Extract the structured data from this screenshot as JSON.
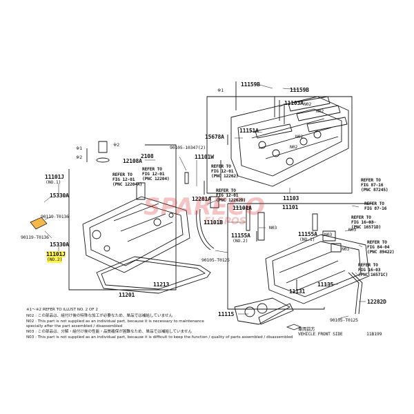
{
  "diagram": {
    "code": "11B199",
    "vehicle_front_label": "車両前方\nVEHICLE FRONT SIDE",
    "watermark": {
      "primary": "SPARECO",
      "secondary": "ELSPOS"
    },
    "labels": {
      "p11159B": "11159B",
      "p11159B2": "11159B",
      "p11103A": "11103A",
      "p11151A": "11151A",
      "p15678A": "15678A",
      "p11103": "11103",
      "p12108A": "12108A",
      "p2108": "2108",
      "p90105_10347": "90105-10347(2)",
      "p11101W": "11101W",
      "p11101J": "11101J",
      "p11101J_no1": "(NO.1)",
      "p15330A_top": "15330A",
      "p90119_top": "90119-T0136",
      "p90119_bot": "90119-T0136",
      "p15330A_bot": "15330A",
      "p11101J_hl": "11101J",
      "p11101J_no2": "(NO.2)",
      "p12281A": "12281A",
      "p11101A": "11101A",
      "p11101": "11101",
      "p11101B": "11101B",
      "p11155A_l": "11155A",
      "p11155A_no2": "(NO.2)",
      "p90105_T0125_l": "90105-T0125",
      "p11155A_r": "11155A",
      "p11155A_no1": "(NO.1)",
      "p11135": "11135",
      "p11131": "11131",
      "p11213": "11213",
      "p11201": "11201",
      "p11115": "11115",
      "p12282D": "12282D",
      "p90105_T0125_r": "90105-T0125",
      "n02a": "N02",
      "n02b": "N02",
      "n02c": "N02",
      "n02d": "N02",
      "n03a": "N03",
      "n03b": "N03",
      "n03c": "N03",
      "n03d": "N03",
      "s1": "※1",
      "s2": "※2",
      "s3": "※1",
      "s4": "※2"
    },
    "refs": {
      "r1": "REFER TO\nFIG 12-01\n(PNC 12204)",
      "r2": "REFER TO\nFIG 12-01\n(PNC 12204A)",
      "r3": "REFER TO\nFIG 12-01\n(PNC 12262)",
      "r4": "REFER TO\nFIG 12-01\n(PNC 12262D)",
      "r5": "REFER TO\nFIG 87-16\n(PNC 87245)",
      "r6": "REFER TO\nFIG 87-16",
      "r7": "REFER TO\nFIG 16-03\n(PNC 16571D)",
      "r8": "REFER TO\nFIG 84-04\n(PNC 89422)",
      "r9": "REFER TO\nFIG 16-03\n(PNC 16571C)"
    }
  },
  "notes": [
    "※1～※2  REFER TO ILLUST NO. 2 OF 2",
    "N02 : この部品は、組付け後の特殊な加工が必要なため、単品では補給していません",
    "N02 : This part is not supplied as an individual part, because it is necessary to maintenance",
    "         specially after the part assembled / disassembled",
    "N03 : この部品は、分解・組付け後の性能・品質確保が困難なため、単品では補給していません",
    "N03 : This part is not supplied as an individual part, because it is difficult to keep the function / quality of parts  assembled / disassembled"
  ]
}
